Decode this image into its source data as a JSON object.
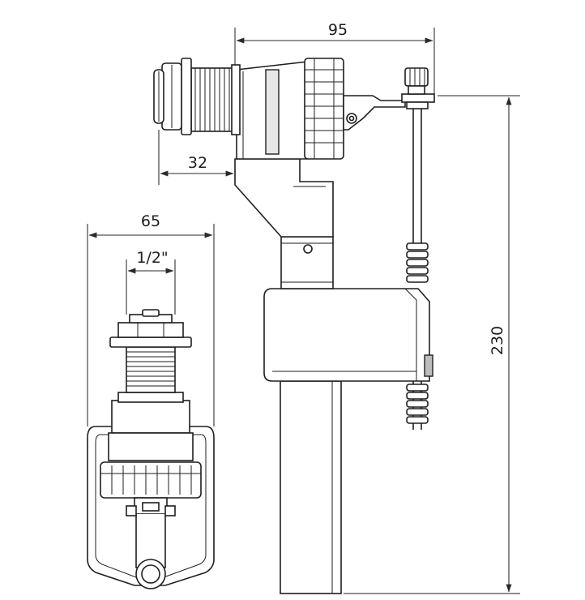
{
  "dimensions": {
    "width_top": "95",
    "inlet_offset": "32",
    "body_width": "65",
    "thread_size": "1/2\"",
    "total_height": "230"
  },
  "colors": {
    "line": "#1e1e1e",
    "shade": "#e7e7e7",
    "dark": "#bcbcbc",
    "background": "#ffffff"
  }
}
